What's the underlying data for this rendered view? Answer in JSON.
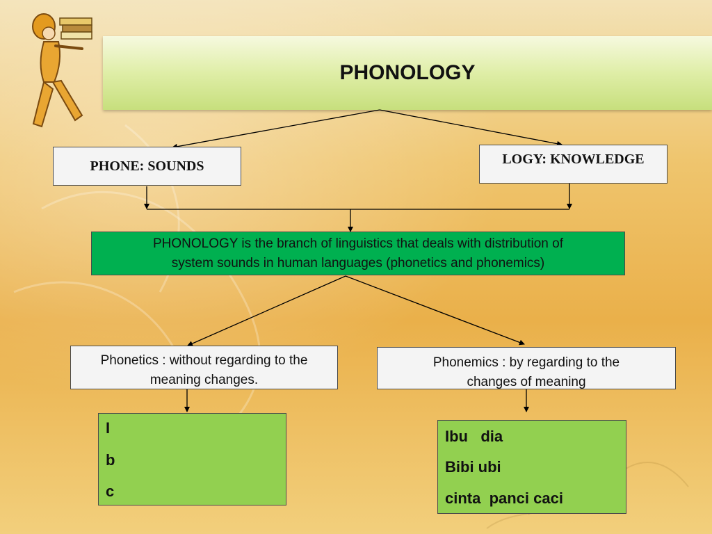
{
  "title": "PHONOLOGY",
  "nodes": {
    "phone": "PHONE: SOUNDS",
    "logy": "LOGY: KNOWLEDGE",
    "definition_line1": "PHONOLOGY is the branch of linguistics that deals with distribution of",
    "definition_line2": "system sounds in human languages (phonetics and phonemics)",
    "phonetics_line1": "Phonetics : without regarding to the",
    "phonetics_line2": "meaning changes.",
    "phonemics_line1": "Phonemics : by regarding to the",
    "phonemics_line2": "changes of meaning"
  },
  "phonetics_examples": [
    "I",
    "b",
    "c"
  ],
  "phonemics_examples": [
    "Ibu   dia",
    "Bibi ubi",
    "cinta  panci caci"
  ],
  "colors": {
    "definition_box": "#00b050",
    "example_box": "#92d050",
    "header_band": "#d7e9a0"
  },
  "icons": {
    "clipart": "woman-carrying-books"
  }
}
